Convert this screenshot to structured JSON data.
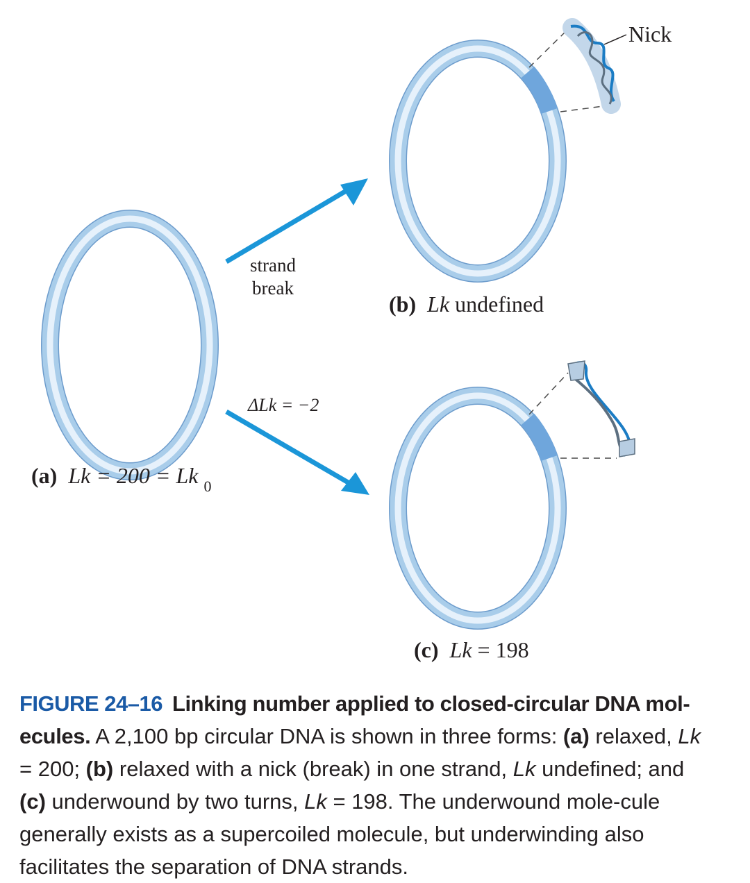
{
  "labels": {
    "a": {
      "letter": "(a)",
      "text": "Lk = 200 = Lk",
      "sub": "0"
    },
    "b": {
      "letter": "(b)",
      "text_italic": "Lk",
      "text": " undefined"
    },
    "c": {
      "letter": "(c)",
      "text_italic": "Lk",
      "text": " = 198"
    },
    "arrow_top_line1": "strand",
    "arrow_top_line2": "break",
    "arrow_bottom": "ΔLk = −2",
    "nick": "Nick"
  },
  "caption": {
    "figure_number": "FIGURE 24–16",
    "title": "Linking number applied to closed-circular DNA mol-ecules.",
    "body_parts": [
      {
        "t": " A 2,100 bp circular DNA is shown in three forms: "
      },
      {
        "t": "(a)",
        "b": true
      },
      {
        "t": " relaxed, "
      },
      {
        "t": "Lk",
        "i": true
      },
      {
        "t": " = 200; "
      },
      {
        "t": "(b)",
        "b": true
      },
      {
        "t": " relaxed with a nick (break) in one strand, "
      },
      {
        "t": "Lk",
        "i": true
      },
      {
        "t": " undefined; and "
      },
      {
        "t": "(c)",
        "b": true
      },
      {
        "t": " underwound by two turns, "
      },
      {
        "t": "Lk",
        "i": true
      },
      {
        "t": " = 198. The underwound mole-cule generally exists as a supercoiled molecule, but underwinding also facilitates the separation of DNA strands."
      }
    ]
  },
  "colors": {
    "ring_outer": "#9ec6e6",
    "ring_inner": "#e4f0fa",
    "ring_stroke": "#6d9ccc",
    "arrow": "#1b96d8",
    "segment": "#6fa6dc",
    "figure_label": "#1a5aa6"
  }
}
